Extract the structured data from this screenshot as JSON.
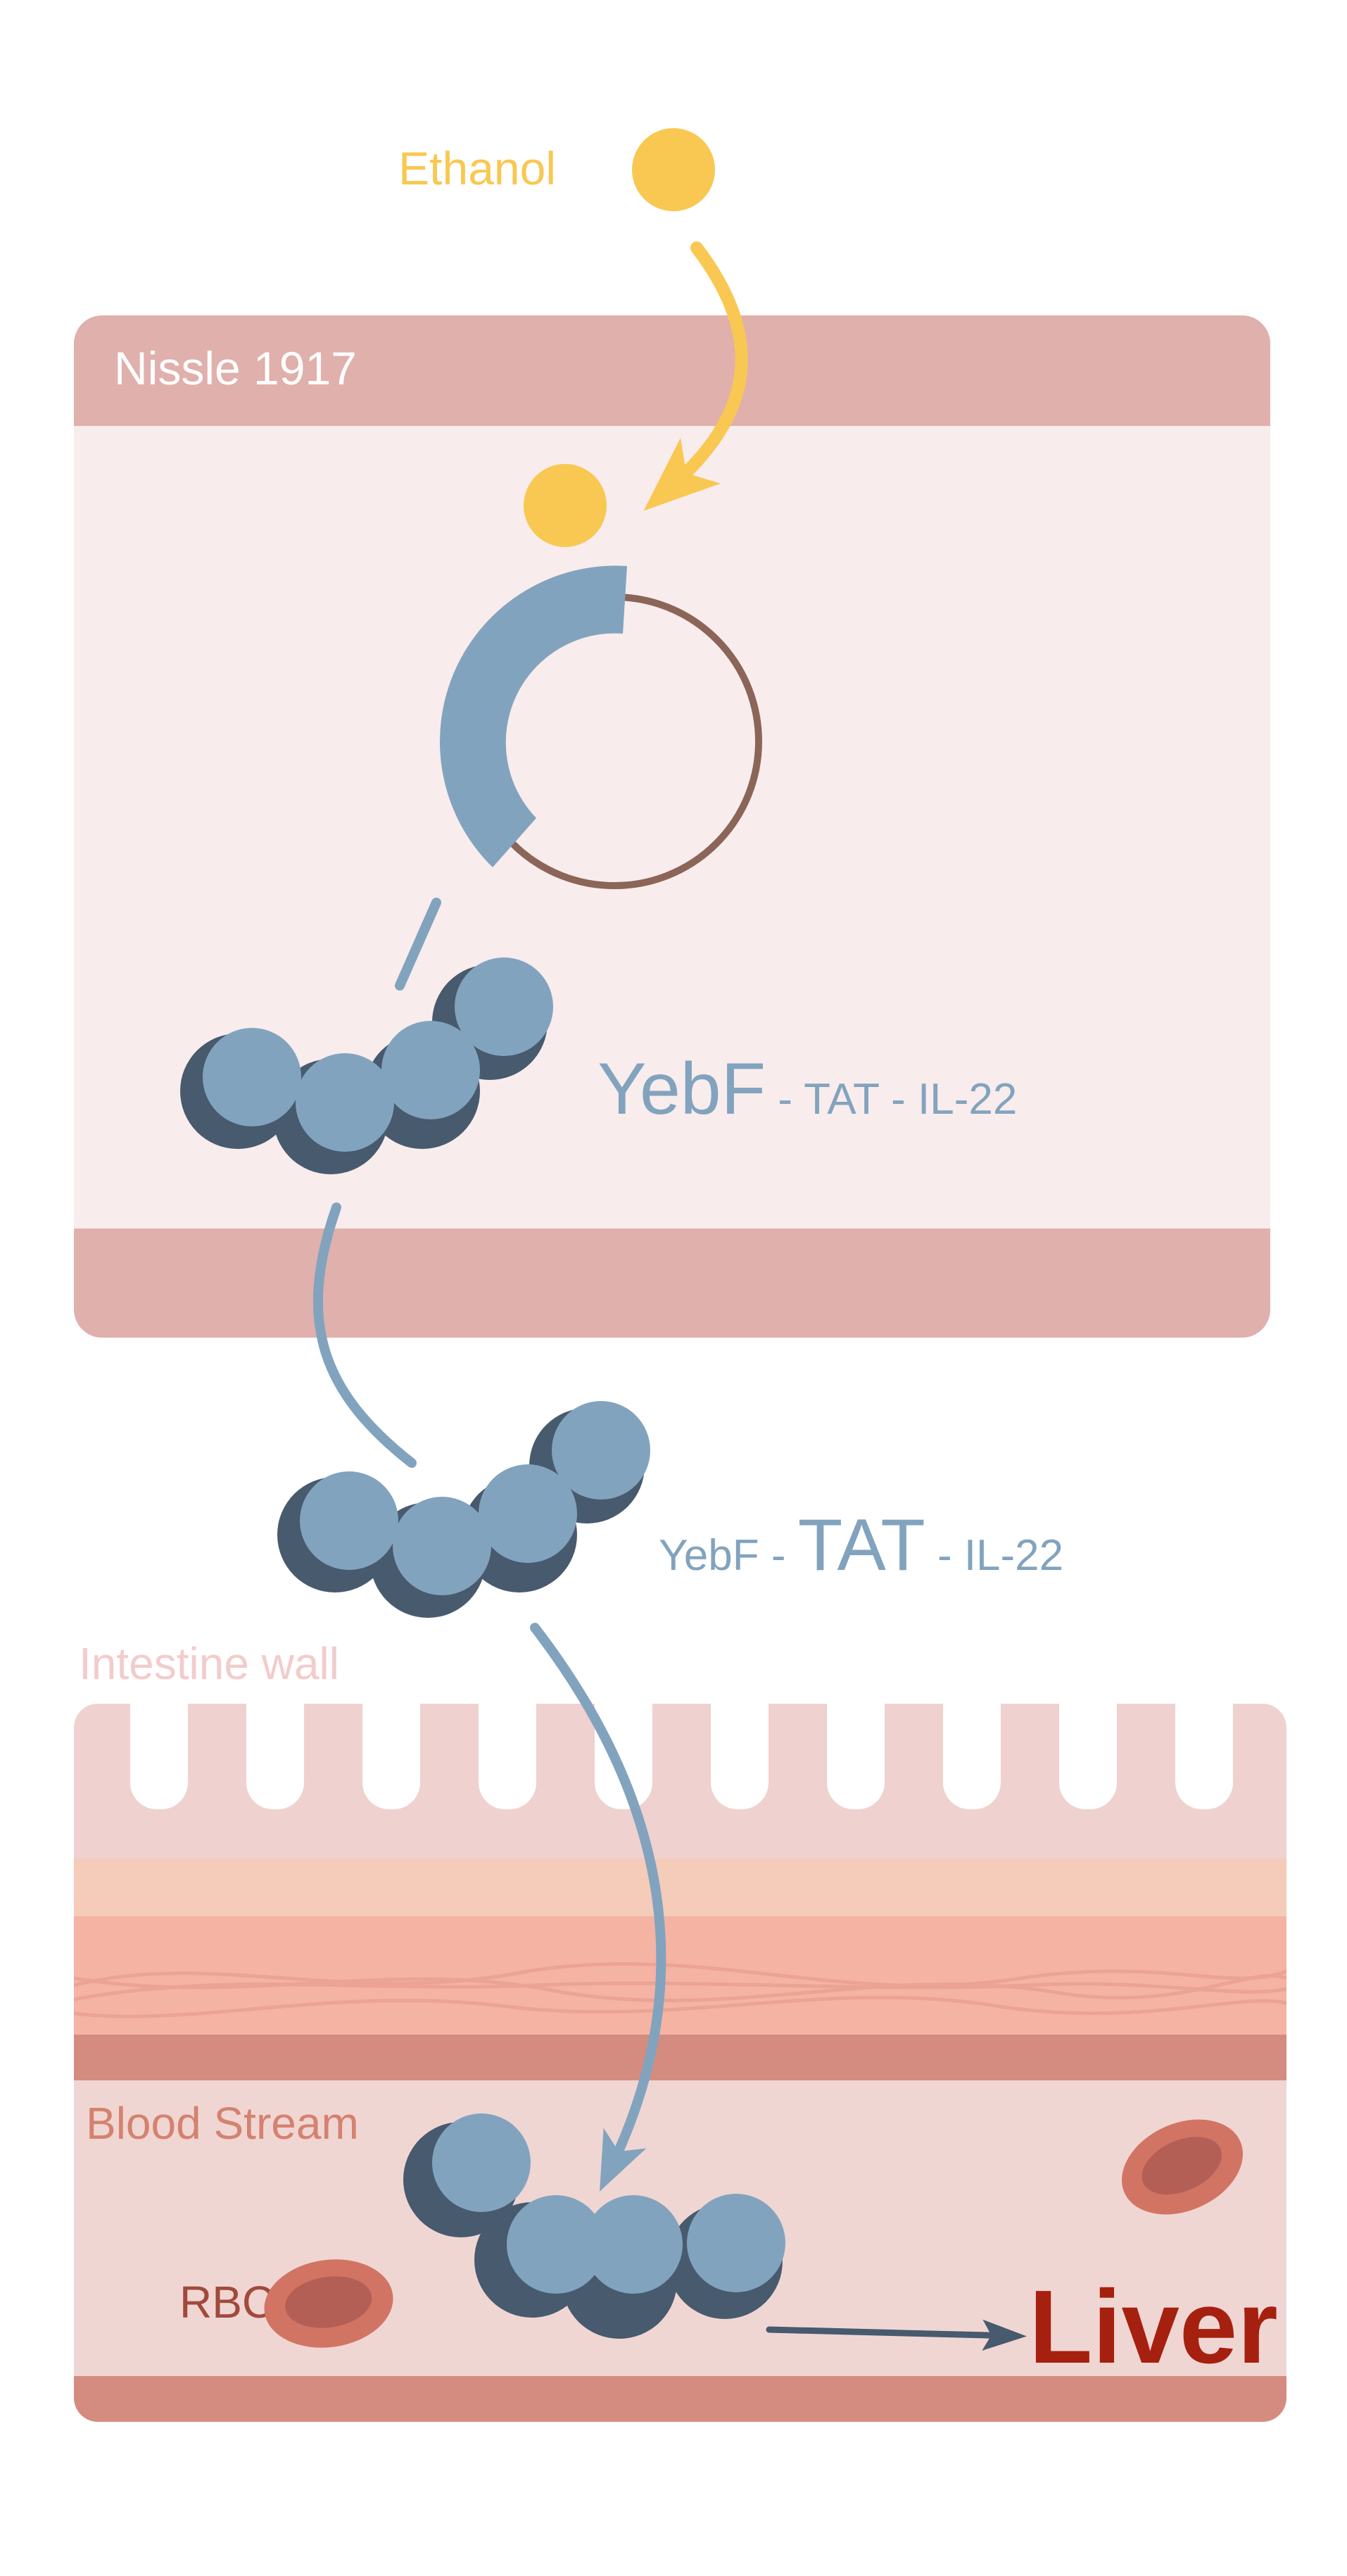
{
  "labels": {
    "ethanol": "Ethanol",
    "nissle": "Nissle 1917",
    "construct_1": {
      "yebf": "YebF",
      "sep1": " - ",
      "tat": "TAT",
      "sep2": " - ",
      "il22": "IL-22"
    },
    "construct_2": {
      "yebf": "YebF",
      "sep1": " - ",
      "tat": "TAT",
      "sep2": " - ",
      "il22": "IL-22"
    },
    "intestine_wall": "Intestine wall",
    "blood_stream": "Blood Stream",
    "rbc": "RBC",
    "liver": "Liver"
  },
  "colors": {
    "ethanol": "#F9C852",
    "protein_light": "#82A3BE",
    "protein_dark": "#475A6E",
    "cell_band": "#E0B0AC",
    "cell_body": "#F8ECEC",
    "plasmid_ring": "#8A6558",
    "villi": "#EFD1CF",
    "submucosa_light": "#F5CBB9",
    "muscle": "#F4B3A3",
    "vessel_wall": "#D48C80",
    "blood": "#F0D6D3",
    "rbc_outer": "#D27464",
    "rbc_inner": "#B45F55",
    "liver_text": "#A6200F",
    "wall_label": "#F2CCCB",
    "blood_label": "#D4826F",
    "rbc_label": "#A04A3C"
  }
}
